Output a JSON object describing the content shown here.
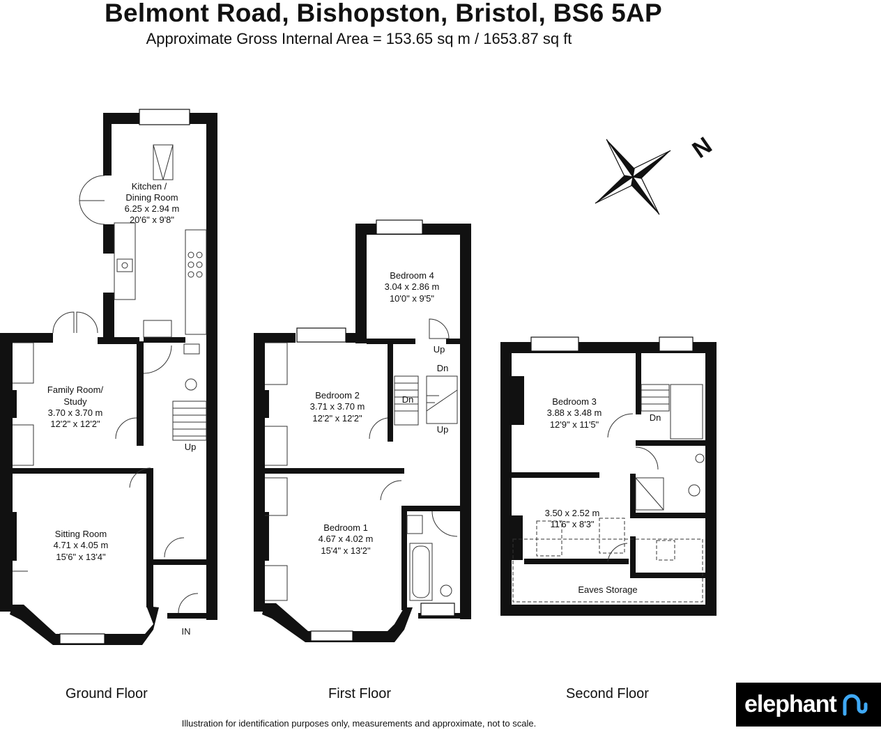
{
  "header": {
    "title": "Belmont Road, Bishopston, Bristol, BS6 5AP",
    "subtitle": "Approximate Gross Internal Area = 153.65 sq m / 1653.87 sq ft"
  },
  "compass": {
    "label": "N",
    "icon": "north-arrow-icon"
  },
  "ground_floor": {
    "label": "Ground Floor",
    "rooms": [
      {
        "name": "Kitchen /",
        "name2": "Dining Room",
        "metric": "6.25 x 2.94 m",
        "imperial": "20'6\" x 9'8\""
      },
      {
        "name": "Family Room/",
        "name2": "Study",
        "metric": "3.70 x 3.70 m",
        "imperial": "12'2\" x 12'2\""
      },
      {
        "name": "Sitting Room",
        "metric": "4.71 x 4.05 m",
        "imperial": "15'6\" x 13'4\""
      }
    ],
    "stairs_up": "Up",
    "entrance": "IN"
  },
  "first_floor": {
    "label": "First Floor",
    "rooms": [
      {
        "name": "Bedroom 4",
        "metric": "3.04 x 2.86 m",
        "imperial": "10'0\" x 9'5\""
      },
      {
        "name": "Bedroom 2",
        "metric": "3.71 x 3.70 m",
        "imperial": "12'2\" x 12'2\""
      },
      {
        "name": "Bedroom 1",
        "metric": "4.67 x 4.02 m",
        "imperial": "15'4\" x 13'2\""
      }
    ],
    "stair_labels": {
      "up_a": "Up",
      "dn_a": "Dn",
      "dn_b": "Dn",
      "up_b": "Up"
    }
  },
  "second_floor": {
    "label": "Second Floor",
    "rooms": [
      {
        "name": "Bedroom 3",
        "metric": "3.88 x 3.48 m",
        "imperial": "12'9\" x 11'5\""
      },
      {
        "metric": "3.50 x 2.52 m",
        "imperial": "11'6\" x 8'3\""
      },
      {
        "name": "Eaves Storage"
      }
    ],
    "stairs_dn": "Dn"
  },
  "disclaimer": "Illustration for identification purposes only, measurements and approximate, not to scale.",
  "logo": {
    "text": "elephant",
    "icon": "elephant-trunk-icon"
  },
  "colors": {
    "wall": "#111111",
    "background": "#ffffff",
    "logo_bg": "#000000"
  }
}
